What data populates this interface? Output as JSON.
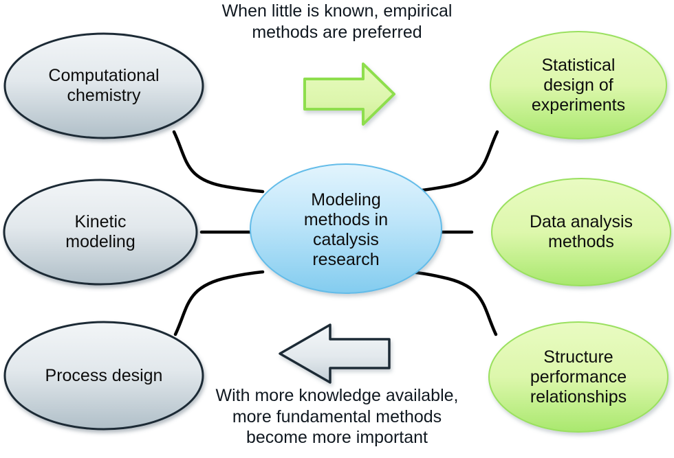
{
  "diagram": {
    "title": "Modeling methods in catalysis research concept map",
    "background": "#ffffff",
    "captions": {
      "top": "When little is known, empirical\nmethods are preferred",
      "bottom": "With more knowledge available,\nmore fundamental methods\nbecome more important"
    },
    "center_node": {
      "label": "Modeling\nmethods in\ncatalysis\nresearch",
      "fill_top": "#dff1fc",
      "fill_bottom": "#86cdef",
      "stroke": "#5fb8e8",
      "group": "center"
    },
    "left_nodes": [
      {
        "label": "Computational\nchemistry",
        "group": "fundamental"
      },
      {
        "label": "Kinetic\nmodeling",
        "group": "fundamental"
      },
      {
        "label": "Process design",
        "group": "fundamental"
      }
    ],
    "right_nodes": [
      {
        "label": "Statistical\ndesign of\nexperiments",
        "group": "empirical"
      },
      {
        "label": "Data analysis\nmethods",
        "group": "empirical"
      },
      {
        "label": "Structure\nperformance\nrelationships",
        "group": "empirical"
      }
    ],
    "arrows": [
      {
        "name": "empirical-direction-arrow",
        "direction": "right",
        "fill": "#dcf5b0",
        "stroke": "#8ede4e"
      },
      {
        "name": "fundamental-direction-arrow",
        "direction": "left",
        "fill": "#dde4e8",
        "stroke": "#1d2b36"
      }
    ],
    "palette": {
      "gray_fill_top": "#eef2f4",
      "gray_fill_bottom": "#b4c2ca",
      "gray_stroke": "#1d2b36",
      "green_fill_top": "#e6faba",
      "green_fill_bottom": "#a7e86b",
      "green_stroke": "#9ae05e",
      "connector": "#000000"
    }
  }
}
